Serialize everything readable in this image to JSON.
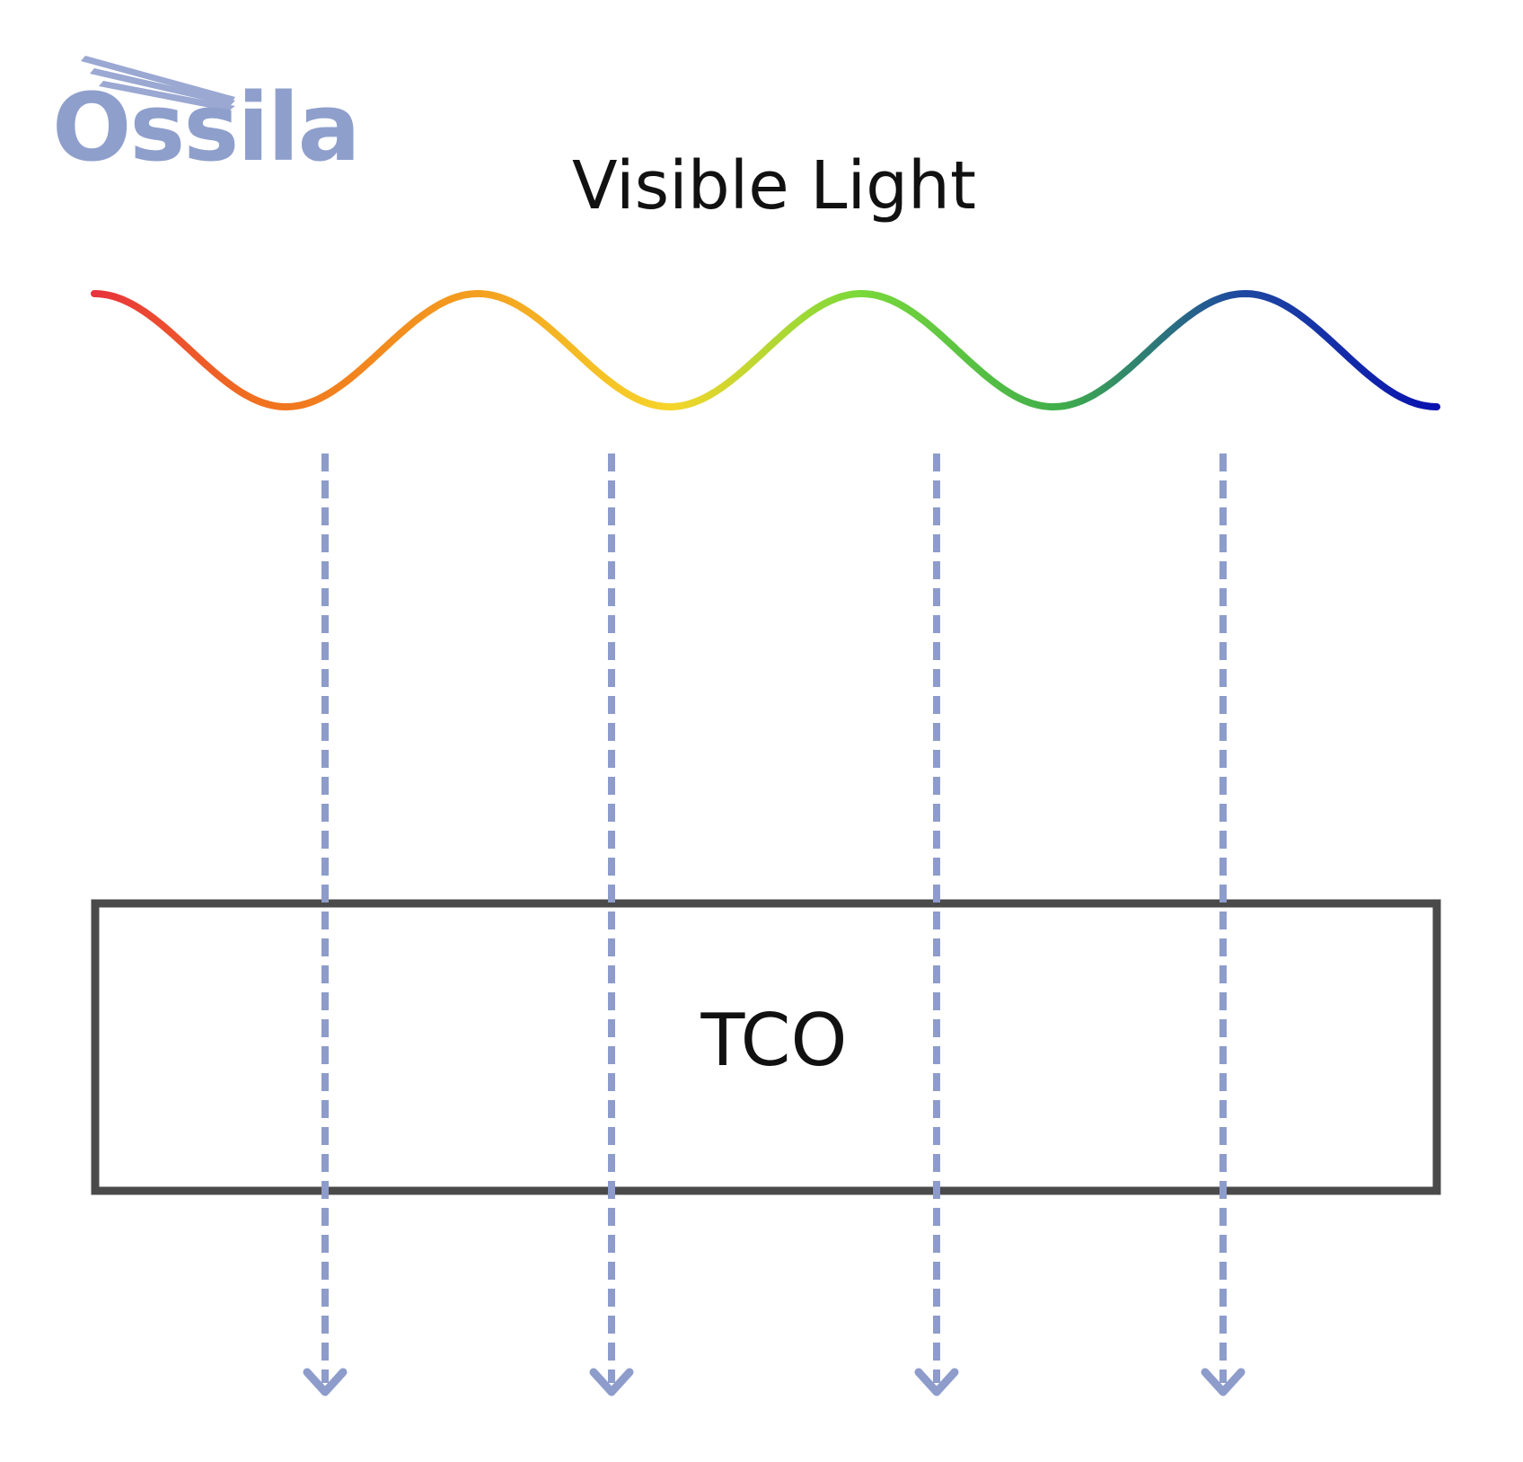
{
  "logo": {
    "text": "Ossila",
    "color": "#8f9fcc"
  },
  "title": "Visible Light",
  "box_label": "TCO",
  "colors": {
    "arrow": "#8d9ccb",
    "box_border": "#4a4a4a",
    "text": "#111111",
    "wave_gradient": [
      "#e8323c",
      "#f07a1f",
      "#f39a1e",
      "#f6d52a",
      "#79d93a",
      "#3fae4a",
      "#1e4aa0",
      "#0a12b0"
    ]
  },
  "wave": {
    "cycles": 3.5
  },
  "arrows": {
    "count": 4
  }
}
